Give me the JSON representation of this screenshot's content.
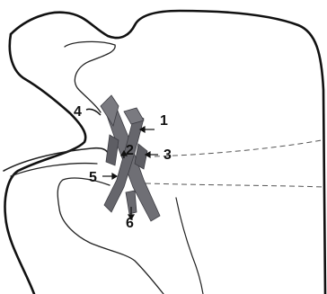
{
  "labels": {
    "l1": "1",
    "l2": "2",
    "l3": "3",
    "l4": "4",
    "l5": "5",
    "l6": "6"
  },
  "colors": {
    "outline": "#111111",
    "muscle_fill": "#6f6f75",
    "muscle_dark": "#4a4a50",
    "dashed_line": "#666666",
    "background": "#ffffff"
  }
}
